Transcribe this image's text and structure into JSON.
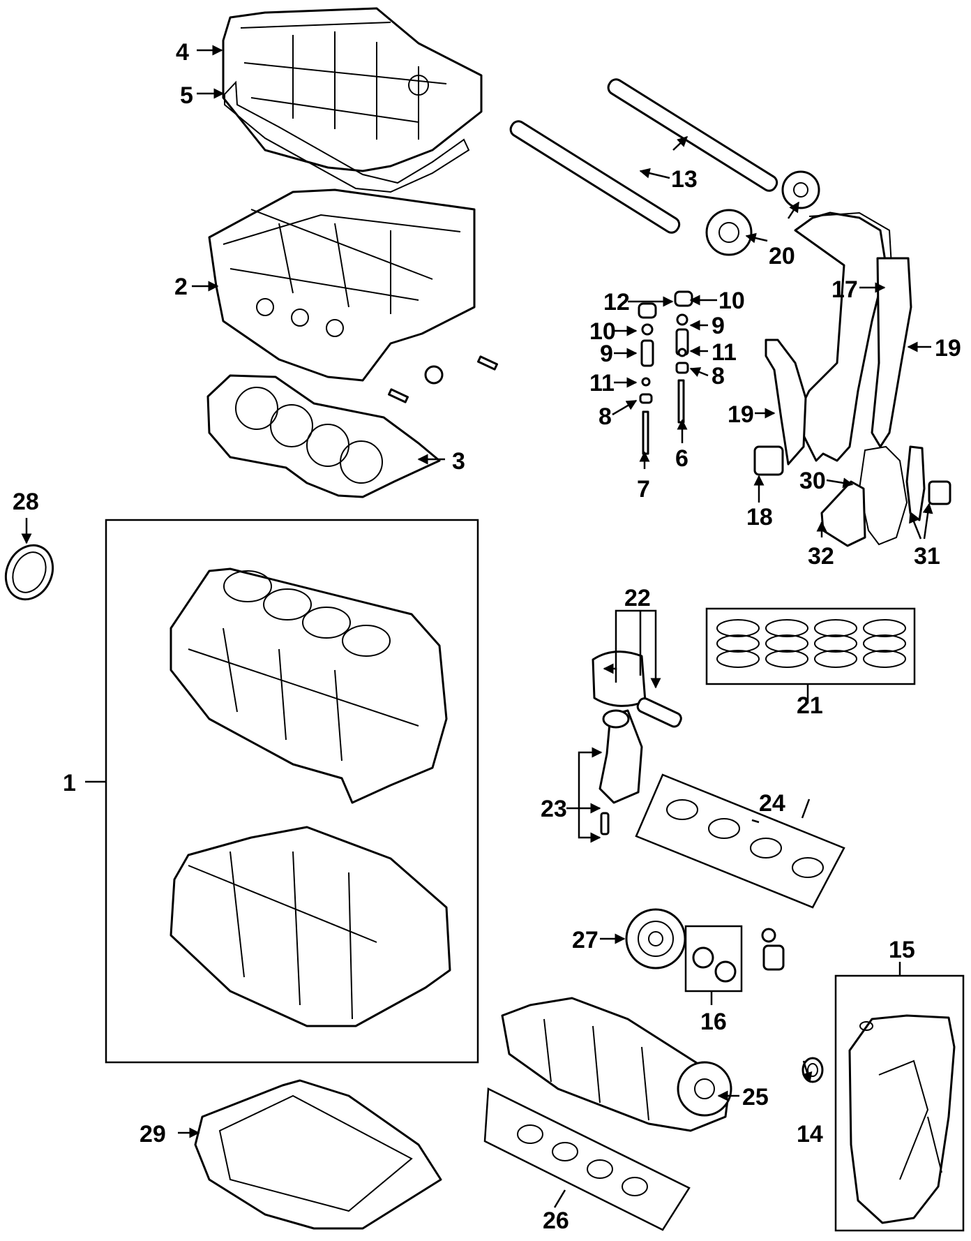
{
  "diagram": {
    "ink_color": "#000000",
    "background_color": "#ffffff",
    "callouts": [
      {
        "id": "c1",
        "label": "1"
      },
      {
        "id": "c2",
        "label": "2"
      },
      {
        "id": "c3",
        "label": "3"
      },
      {
        "id": "c4",
        "label": "4"
      },
      {
        "id": "c5",
        "label": "5"
      },
      {
        "id": "c6",
        "label": "6"
      },
      {
        "id": "c7",
        "label": "7"
      },
      {
        "id": "c8a",
        "label": "8"
      },
      {
        "id": "c8b",
        "label": "8"
      },
      {
        "id": "c9a",
        "label": "9"
      },
      {
        "id": "c9b",
        "label": "9"
      },
      {
        "id": "c10a",
        "label": "10"
      },
      {
        "id": "c10b",
        "label": "10"
      },
      {
        "id": "c11a",
        "label": "11"
      },
      {
        "id": "c11b",
        "label": "11"
      },
      {
        "id": "c12",
        "label": "12"
      },
      {
        "id": "c13",
        "label": "13"
      },
      {
        "id": "c14",
        "label": "14"
      },
      {
        "id": "c15",
        "label": "15"
      },
      {
        "id": "c16",
        "label": "16"
      },
      {
        "id": "c17",
        "label": "17"
      },
      {
        "id": "c18",
        "label": "18"
      },
      {
        "id": "c19a",
        "label": "19"
      },
      {
        "id": "c19b",
        "label": "19"
      },
      {
        "id": "c20",
        "label": "20"
      },
      {
        "id": "c21",
        "label": "21"
      },
      {
        "id": "c22",
        "label": "22"
      },
      {
        "id": "c23",
        "label": "23"
      },
      {
        "id": "c24",
        "label": "24"
      },
      {
        "id": "c25",
        "label": "25"
      },
      {
        "id": "c26",
        "label": "26"
      },
      {
        "id": "c27",
        "label": "27"
      },
      {
        "id": "c28",
        "label": "28"
      },
      {
        "id": "c29",
        "label": "29"
      },
      {
        "id": "c30",
        "label": "30"
      },
      {
        "id": "c31",
        "label": "31"
      },
      {
        "id": "c32",
        "label": "32"
      }
    ]
  }
}
